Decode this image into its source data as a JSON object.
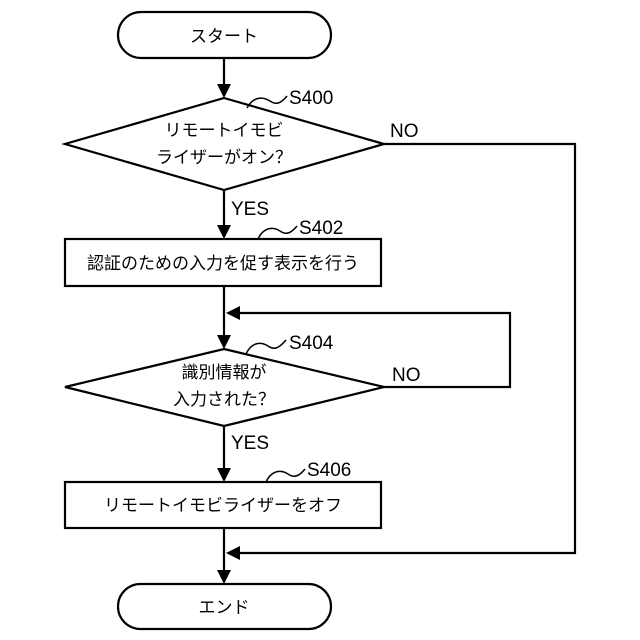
{
  "nodes": {
    "start": {
      "label": "スタート"
    },
    "d400": {
      "step": "S400",
      "line1": "リモートイモビ",
      "line2": "ライザーがオン？",
      "yes": "YES",
      "no": "NO"
    },
    "p402": {
      "step": "S402",
      "label": "認証のための入力を促す表示を行う"
    },
    "d404": {
      "step": "S404",
      "line1": "識別情報が",
      "line2": "入力された？",
      "yes": "YES",
      "no": "NO"
    },
    "p406": {
      "step": "S406",
      "label": "リモートイモビライザーをオフ"
    },
    "end": {
      "label": "エンド"
    }
  }
}
